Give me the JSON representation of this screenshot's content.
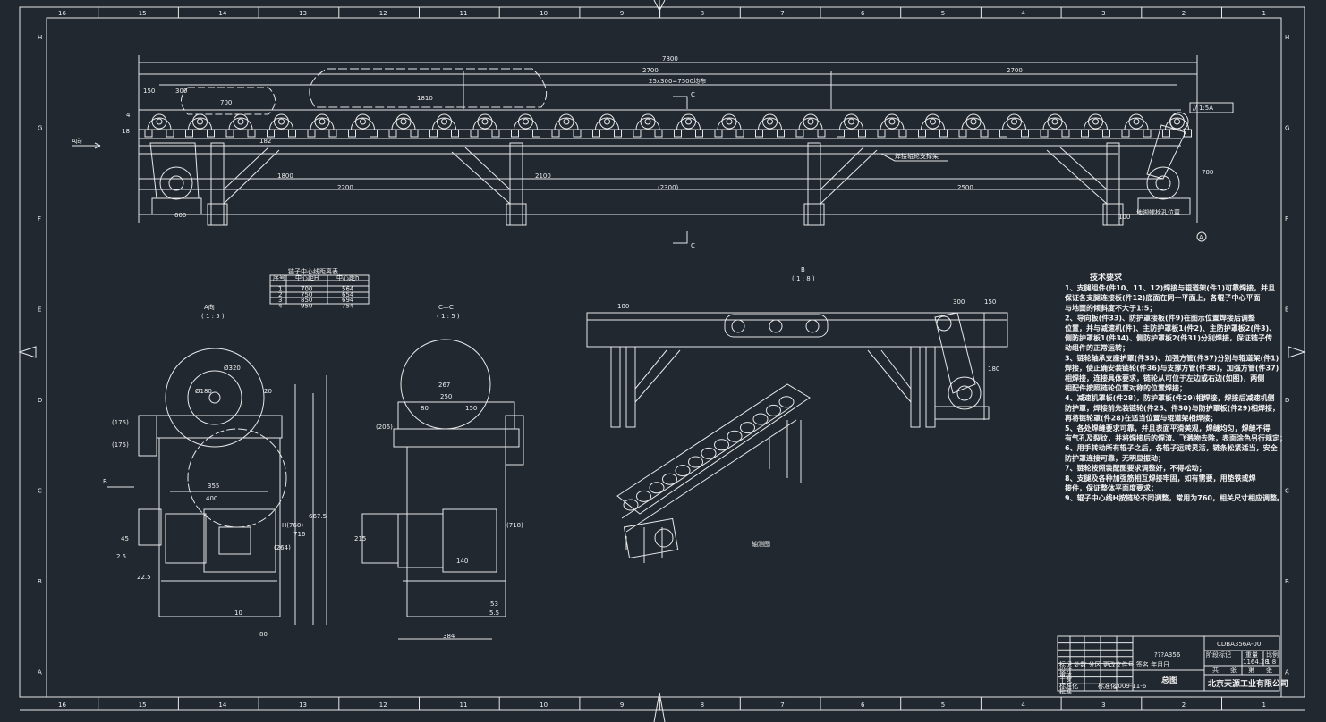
{
  "border": {
    "columns": [
      "16",
      "15",
      "14",
      "13",
      "12",
      "11",
      "10",
      "9",
      "8",
      "7",
      "6",
      "5",
      "4",
      "3",
      "2",
      "1"
    ],
    "rows": [
      "H",
      "G",
      "F",
      "E",
      "D",
      "C",
      "B",
      "A"
    ]
  },
  "main_view": {
    "dims": {
      "total": "7800",
      "left_span": "2700",
      "right_span": "2700",
      "pitch": "25x300=7500均布",
      "d150": "150",
      "d300": "300",
      "d700": "700",
      "d1810": "1810",
      "d1800": "1800",
      "d2200": "2200",
      "d2100": "2100",
      "d2300": "(2300)",
      "d2500": "2500",
      "d600": "600",
      "d4": "4",
      "d18": "18",
      "d780": "780",
      "d100": "100",
      "d182": "182"
    },
    "view_a_arrow": "A向",
    "section_c_top": "C",
    "section_c_bottom": "C",
    "weld_note": "焊接辊轮支撑架",
    "datum": "A",
    "tolerance": "// 1:5A",
    "side_note": "地脚螺栓孔位置"
  },
  "center_table": {
    "title": "链子中心线距离表",
    "headers": [
      "序号",
      "中心距H",
      "中心距h"
    ],
    "rows": [
      [
        "1",
        "700",
        "564"
      ],
      [
        "2",
        "750",
        "654"
      ],
      [
        "3",
        "850",
        "694"
      ],
      [
        "4",
        "950",
        "754"
      ]
    ]
  },
  "view_a": {
    "title": "A向",
    "scale": "( 1 : 5 )",
    "arrow_b": "B",
    "dims": [
      "Ø320",
      "Ø180",
      "20",
      "355",
      "400",
      "716",
      "667.5",
      "H(760)",
      "(264)",
      "10",
      "80",
      "(175)",
      "(175)",
      "45",
      "2.5",
      "22.5"
    ]
  },
  "view_cc": {
    "title": "C—C",
    "scale": "( 1 : 5 )",
    "dims": [
      "267",
      "250",
      "80",
      "150",
      "(206)",
      "215",
      "140",
      "(718)",
      "384",
      "53",
      "5.5"
    ]
  },
  "view_b": {
    "title": "B",
    "scale": "( 1 : 8 )",
    "dims": [
      "180",
      "300",
      "150",
      "180"
    ]
  },
  "isometric": {
    "label": "轴测图"
  },
  "tech_requirements": {
    "title": "技术要求",
    "lines": [
      "1、支腿组件(件10、11、12)焊接与辊道架(件1)可靠焊接，并且",
      "   保证各支腿连接板(件12)底面在同一平面上，各辊子中心平面",
      "   与地面的倾斜度不大于1:5；",
      "2、导向板(件33)、防护罩接板(件9)在图示位置焊接后调整",
      "   位置，并与减速机(件)、主防护罩板1(件2)、主防护罩板2(件3)、",
      "   侧防护罩板1(件34)、侧防护罩板2(件31)分别焊接，保证链子传",
      "   动组件的正常运转；",
      "3、链轮轴承支座护罩(件35)、加强方管(件37)分别与辊道架(件1)",
      "   焊接，使正确安装链轮(件36)与支撑方管(件38)，加强方管(件37)",
      "   相焊接，连接具体要求，链轮从可位于左边或右边(如图)，两侧",
      "   相配件按照链轮位置对称的位置焊接；",
      "4、减速机罩板(件28)，防护罩板(件29)相焊接，焊接后减速机侧",
      "   防护罩，焊接前先装链轮(件25、件30)与防护罩板(件29)相焊接，",
      "   再将链轮罩(件28)在适当位置与辊道架相焊接；",
      "5、各处焊缝要求可靠，并且表面平滑美观，焊缝均匀，焊缝不得",
      "   有气孔及裂纹，并将焊接后的焊渣、飞溅物去除，表面涂色另行规定；",
      "6、用手转动所有辊子之后，各辊子运转灵活，链条松紧适当，安全",
      "   防护罩连接可靠，无明显振动；",
      "7、链轮按照装配图要求调整好，不得松动；",
      "8、支腿及各种加强筋相互焊接牢固，如有需要，用垫铁或焊",
      "   接件，保证整体平面度要求；",
      "9、辊子中心线H按链轮不同调整，常用为760，相关尺寸相应调整。"
    ]
  },
  "title_block": {
    "drawing_no": "CDBA356A-00",
    "name_code": "???A356",
    "drawing_name": "总图",
    "company": "北京天源工业有限公司",
    "stage_label": "阶段标记",
    "weight_label": "重量",
    "scale_label": "比例",
    "weight": "1164.28",
    "scale": "1:8",
    "sheet_total": "共",
    "sheet_label": "张",
    "sheet_no": "第",
    "sheet_label2": "张",
    "rows": [
      "标记 处数 分区 更改文件号 签名 年月日",
      "设计",
      "审核",
      "工艺",
      "标准化",
      "批准"
    ],
    "standard": "标准化",
    "date": "2009-11-6"
  }
}
